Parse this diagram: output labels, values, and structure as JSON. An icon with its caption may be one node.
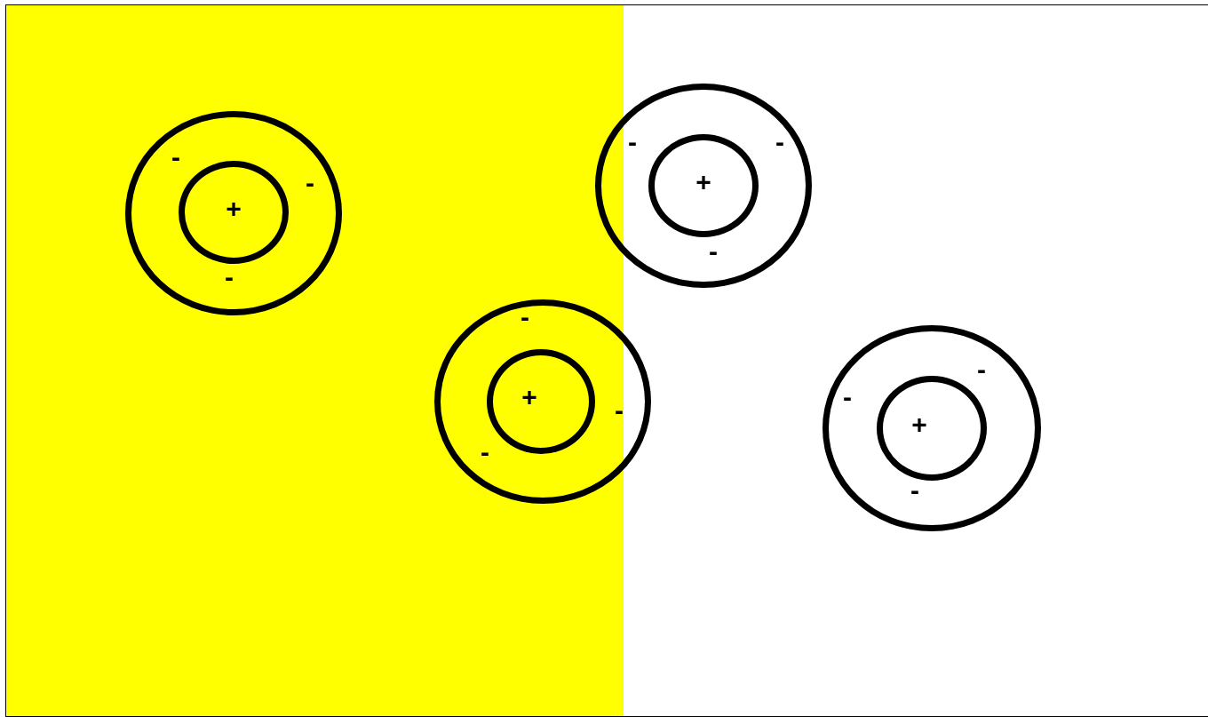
{
  "diagram": {
    "nodes": [
      {
        "text": [
          "-",
          "-",
          "-"
        ]
      },
      {
        "text": [
          "+"
        ],
        "in": 0
      },
      {
        "text": [
          "-",
          "-",
          "-"
        ]
      },
      {
        "text": [
          "+"
        ],
        "in": 2
      },
      {
        "text": [
          "-",
          "-",
          "-"
        ]
      },
      {
        "text": [
          "+"
        ],
        "in": 4
      },
      {
        "text": [
          "-",
          "-",
          "-"
        ]
      },
      {
        "text": [
          "+"
        ],
        "in": 6
      }
    ]
  }
}
